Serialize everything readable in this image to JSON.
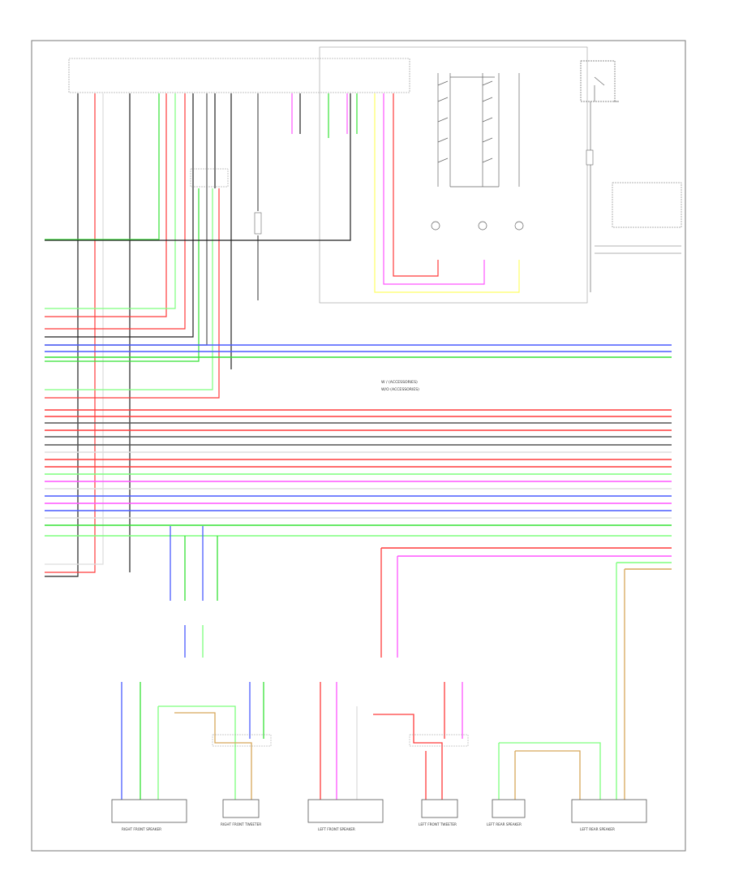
{
  "diagram": {
    "ecm": {
      "title": "",
      "subtitle": ""
    },
    "labels": {
      "relay_note_top": "",
      "ground_label": "",
      "note_w": "W / (ACCESSORIES)",
      "note_wo": "W/O (ACCESSORIES)",
      "footer": ""
    },
    "components": [
      {
        "id": "ecm",
        "label": ""
      },
      {
        "id": "headlamp-switch",
        "label": ""
      },
      {
        "id": "stop-lamp-switch",
        "label": ""
      },
      {
        "id": "right-front-door-speaker",
        "label": "RIGHT FRONT SPEAKER"
      },
      {
        "id": "right-front-tweeter",
        "label": "RIGHT FRONT TWEETER"
      },
      {
        "id": "left-front-door-speaker",
        "label": "LEFT FRONT SPEAKER"
      },
      {
        "id": "left-front-tweeter",
        "label": "LEFT FRONT TWEETER"
      },
      {
        "id": "left-rear-tweeter",
        "label": "LEFT REAR SPEAKER"
      },
      {
        "id": "left-rear-speaker",
        "label": "LEFT REAR SPEAKER"
      }
    ],
    "wire_colors": {
      "red": "#ff3b3b",
      "green": "#35e235",
      "blue": "#4a5cff",
      "black": "#222222",
      "gray": "#9a9a9a",
      "pink": "#ff55ff",
      "yellow": "#ffff66",
      "tan": "#d7a75a",
      "lightgreen": "#7dff7d",
      "darkgray": "#555555",
      "white": "#dddddd"
    }
  }
}
